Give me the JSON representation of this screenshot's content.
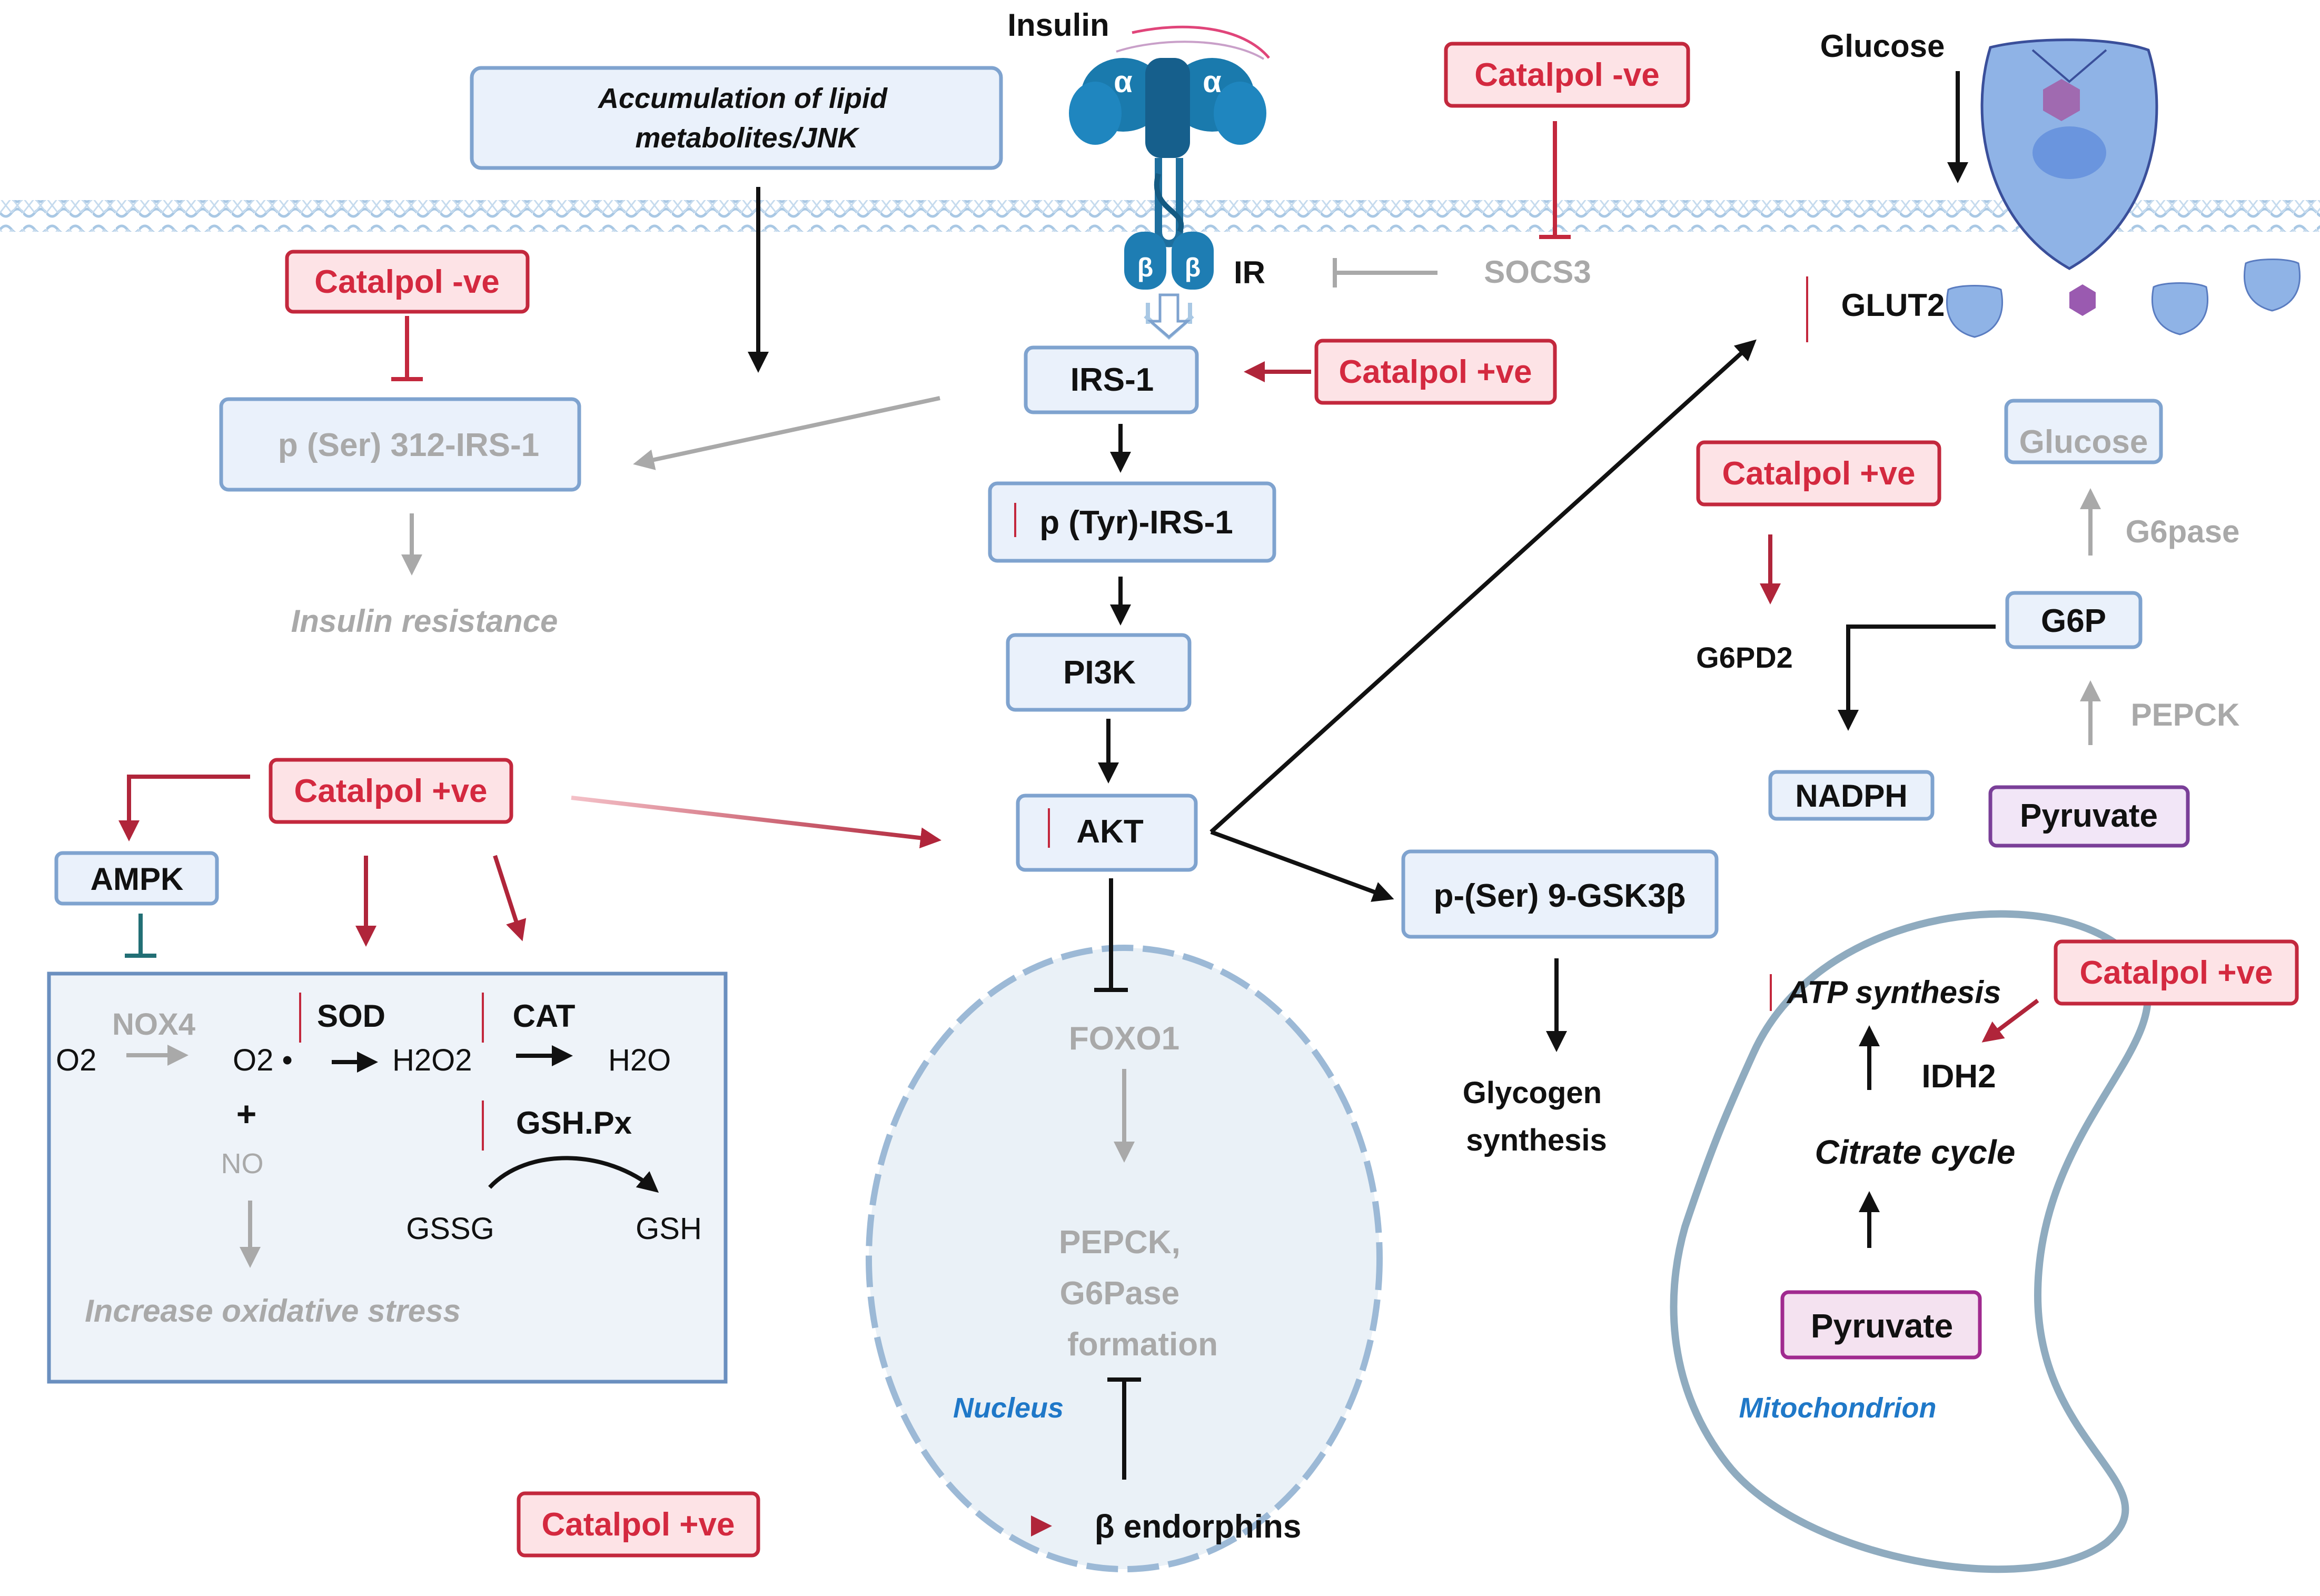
{
  "colors": {
    "box_fill": "#eaf1fb",
    "box_stroke": "#7fa3cf",
    "catalpol_fill": "#fde3e6",
    "catalpol_stroke": "#c3283d",
    "catalpol_text": "#d4293f",
    "arrow_red": "#b0253a",
    "grey_text": "#a9a9a9",
    "pyruvate_fill": "#f2e6f7",
    "pyruvate_stroke": "#7a3f98",
    "italic_blue": "#1f78c8",
    "receptor_blue": "#1e6f9e",
    "membrane": "#b9d3ea",
    "teal": "#226f75"
  },
  "membrane": {
    "insulin": "Insulin",
    "alpha": "α",
    "beta": "β",
    "ir": "IR",
    "socs3": "SOCS3",
    "glucose": "Glucose",
    "glut2": "GLUT2"
  },
  "catalpol": {
    "neg": "Catalpol -ve",
    "pos": "Catalpol +ve"
  },
  "pathway": {
    "lipid": "Accumulation of lipid metabolites/JNK",
    "ser312": "p (Ser) 312-IRS-1",
    "insulin_resistance": "Insulin resistance",
    "irs1": "IRS-1",
    "ptyr": "p (Tyr)-IRS-1",
    "pi3k": "PI3K",
    "akt": "AKT",
    "gsk": "p-(Ser) 9-GSK3β",
    "glycogen": "Glycogen synthesis",
    "foxo1": "FOXO1",
    "pepck_formation": "PEPCK, G6Pase formation",
    "nucleus": "Nucleus",
    "endorphins": "β endorphins"
  },
  "oxidative": {
    "ampk": "AMPK",
    "nox4": "NOX4",
    "o2": "O2",
    "o2_radical": "O2",
    "sod": "SOD",
    "cat": "CAT",
    "h2o2": "H2O2",
    "h2o": "H2O",
    "plus": "+",
    "no": "NO",
    "gshpx": "GSH.Px",
    "gssg": "GSSG",
    "gsh": "GSH",
    "stress": "Increase oxidative stress"
  },
  "liver": {
    "glucose": "Glucose",
    "g6pase": "G6pase",
    "g6p": "G6P",
    "pepck": "PEPCK",
    "pyruvate": "Pyruvate",
    "g6pd2": "G6PD2",
    "nadph": "NADPH"
  },
  "mito": {
    "atp": "ATP synthesis",
    "idh2": "IDH2",
    "citrate": "Citrate cycle",
    "pyruvate": "Pyruvate",
    "label": "Mitochondrion"
  }
}
